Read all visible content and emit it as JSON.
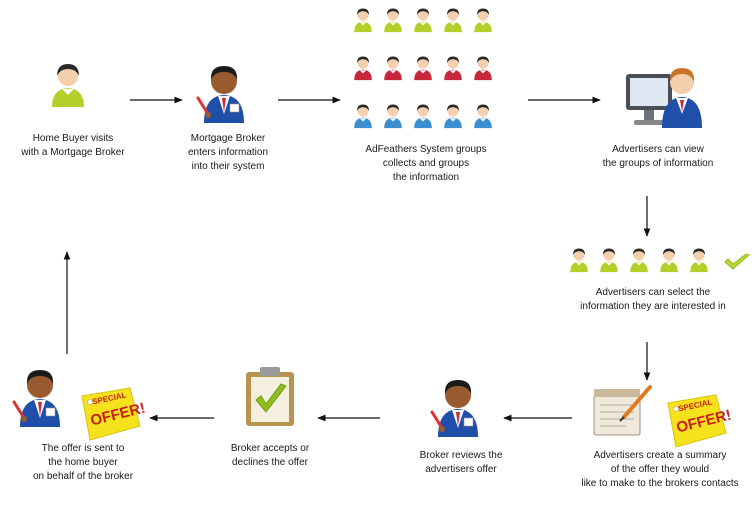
{
  "steps": {
    "buyer": "Home Buyer visits\nwith a Mortgage Broker",
    "broker_enters": "Mortgage Broker\nenters information\ninto their system",
    "system_groups": "AdFeathers System groups\ncollects and groups\nthe information",
    "advertisers_view": "Advertisers can view\nthe groups of information",
    "advertisers_select": "Advertisers can select the\ninformation they are interested in",
    "advertisers_create": "Advertisers create a summary\nof the offer they would\nlike to make to the brokers contacts",
    "broker_reviews": "Broker reviews the\nadvertisers offer",
    "broker_accepts": "Broker accepts or\ndeclines the offer",
    "offer_sent": "The offer is sent to\nthe home buyer\non behalf of the broker"
  },
  "badges": {
    "special": "SPECIAL",
    "offer": "OFFER!"
  },
  "colors": {
    "person_green": "#b5cf2a",
    "person_red": "#c8263b",
    "person_blue": "#3b8fd0",
    "suit_blue": "#1f4fa8",
    "arrow": "#111111",
    "badge_yellow": "#f6e21c",
    "badge_text": "#c81e1e",
    "check_green": "#8fbf1e"
  },
  "icons": [
    "person-green-icon",
    "broker-icon",
    "person-red-icon",
    "person-blue-icon",
    "computer-icon",
    "checkmark-icon",
    "clipboard-icon",
    "special-offer-badge"
  ]
}
